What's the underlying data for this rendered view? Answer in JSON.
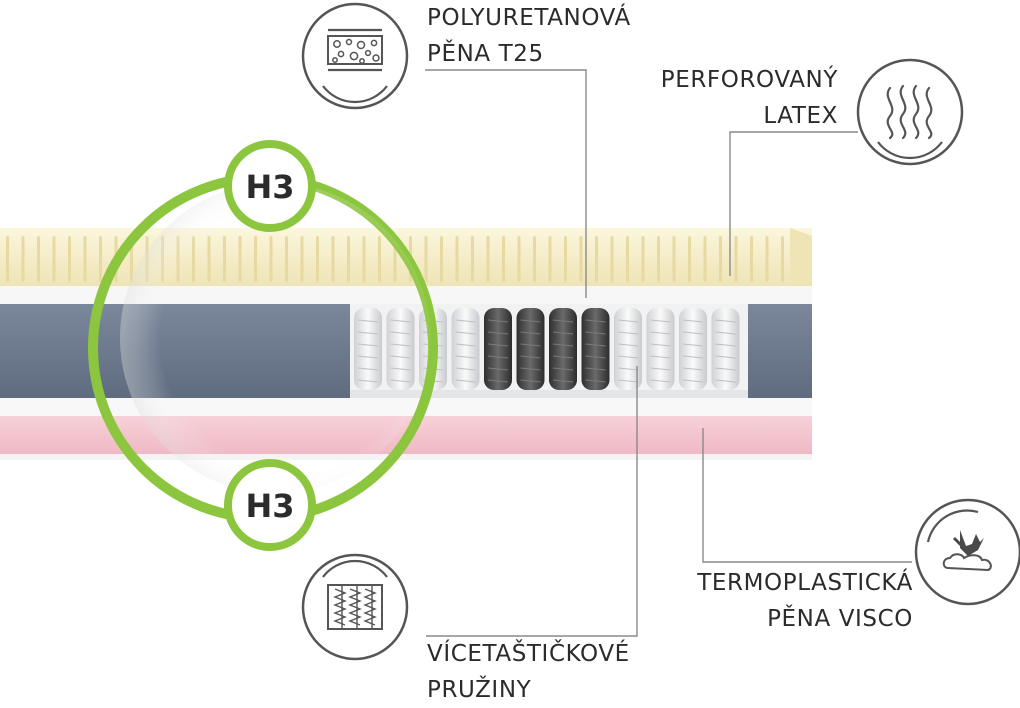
{
  "firmness": {
    "top_badge": "H3",
    "bottom_badge": "H3"
  },
  "layers": {
    "polyurethane": {
      "line1": "POLYURETANOVÁ",
      "line2": "PĚNA T25",
      "icon": "foam-bubbles-icon"
    },
    "latex": {
      "line1": "PERFOROVANÝ",
      "line2": "LATEX",
      "icon": "wavy-lines-icon"
    },
    "visco": {
      "line1": "TERMOPLASTICKÁ",
      "line2": "PĚNA VISCO",
      "icon": "hand-press-foam-icon"
    },
    "springs": {
      "line1": "VÍCETAŠTIČKOVÉ",
      "line2": "PRUŽINY",
      "icon": "pocket-springs-icon"
    }
  },
  "colors": {
    "latex": "#f4ecc8",
    "gray_foam": "#6e7c90",
    "pink_visco": "#f4c6d0",
    "accent_green": "#8cc63e",
    "text": "#2b2b2b",
    "spring_light": "#e9eaec",
    "spring_dark": "#4a4a4a"
  }
}
